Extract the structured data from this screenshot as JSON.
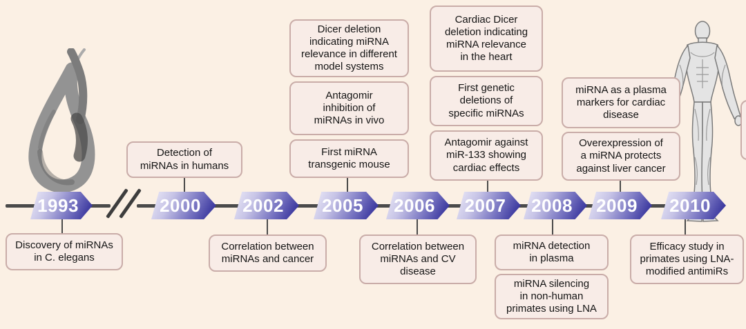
{
  "figure": {
    "type": "timeline",
    "topic": "miRNA research milestones"
  },
  "colors": {
    "background": "#fbf0e4",
    "note_fill": "#f8ece7",
    "note_border": "#c9aca8",
    "timeline_line": "#4a4a4a",
    "arrow_gradient_light": "#eceaf7",
    "arrow_gradient_dark": "#37349c",
    "year_text": "#ffffff",
    "note_text": "#141414"
  },
  "timeline": {
    "years": [
      {
        "label": "1993"
      },
      {
        "label": "2000"
      },
      {
        "label": "2002"
      },
      {
        "label": "2005"
      },
      {
        "label": "2006"
      },
      {
        "label": "2007"
      },
      {
        "label": "2008"
      },
      {
        "label": "2009"
      },
      {
        "label": "2010"
      }
    ]
  },
  "milestones_above": {
    "y2000": [
      "Detection of\nmiRNAs in humans"
    ],
    "y2005": [
      "Dicer deletion\nindicating miRNA\nrelevance in different\nmodel systems",
      "Antagomir\ninhibition of\nmiRNAs in vivo",
      "First miRNA\ntransgenic mouse"
    ],
    "y2007": [
      "Cardiac Dicer\ndeletion indicating\nmiRNA relevance\nin the heart",
      "First genetic\ndeletions of\nspecific miRNAs",
      "Antagomir against\nmiR-133 showing\ncardiac effects"
    ],
    "y2009": [
      "miRNA as a plasma\nmarkers for cardiac\ndisease",
      "Overexpression of\na miRNA protects\nagainst liver cancer"
    ]
  },
  "milestones_below": {
    "y1993": [
      "Discovery of miRNAs\nin C. elegans"
    ],
    "y2002": [
      "Correlation between\nmiRNAs and cancer"
    ],
    "y2006": [
      "Correlation between\nmiRNAs and CV\ndisease"
    ],
    "y2008": [
      "miRNA detection\nin plasma",
      "miRNA silencing\nin non-human\nprimates using LNA"
    ],
    "y2010": [
      "Efficacy study in\nprimates using LNA-\nmodified antimiRs"
    ]
  },
  "icons": {
    "worm": "c-elegans-worm",
    "human": "human-anatomy-figure",
    "break": "timeline-axis-break"
  }
}
